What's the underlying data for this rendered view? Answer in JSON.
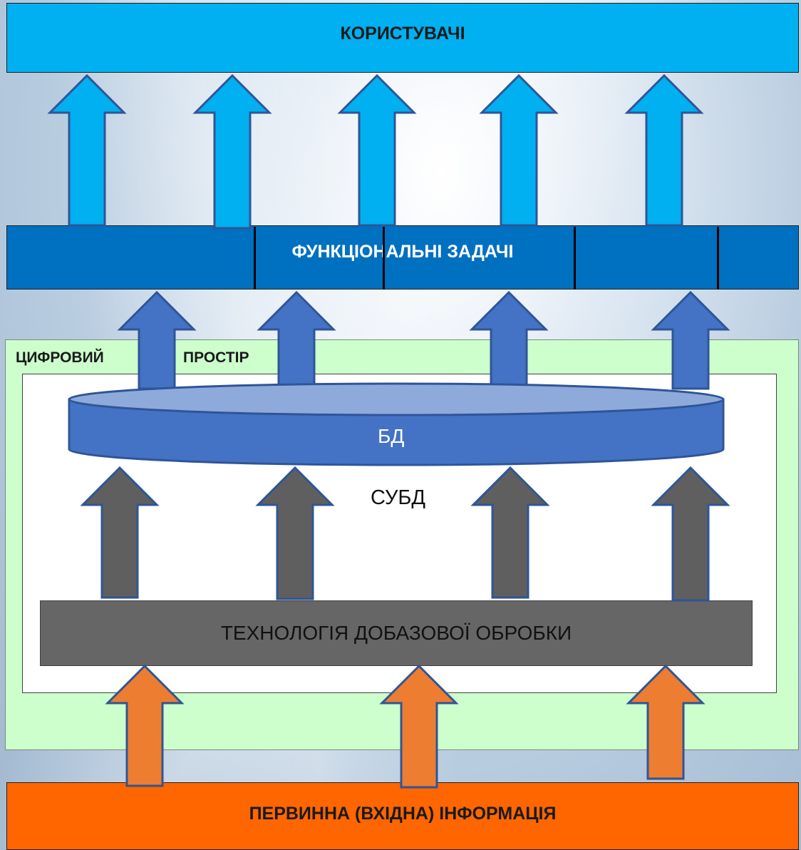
{
  "diagram": {
    "users_label": "КОРИСТУВАЧІ",
    "tasks_label": "ФУНКЦІОНАЛЬНІ ЗАДАЧІ",
    "digital_space_word1": "ЦИФРОВИЙ",
    "digital_space_word2": "ПРОСТІР",
    "db_label": "БД",
    "dbms_label": "СУБД",
    "preprocessing_label": "ТЕХНОЛОГІЯ ДОБАЗОВОЇ ОБРОБКИ",
    "input_label": "ПЕРВИННА (ВХІДНА) ІНФОРМАЦІЯ"
  },
  "colors": {
    "users": "#00b0f0",
    "tasks": "#0070c0",
    "digital_space": "#ccffcc",
    "db": "#4472c4",
    "preprocessing": "#666666",
    "input": "#ff6600",
    "arrow_light_blue": "#00b0f0",
    "arrow_blue": "#4472c4",
    "arrow_gray": "#5f5f5f",
    "arrow_orange": "#ed7d31",
    "arrow_outline": "#2f5597"
  }
}
